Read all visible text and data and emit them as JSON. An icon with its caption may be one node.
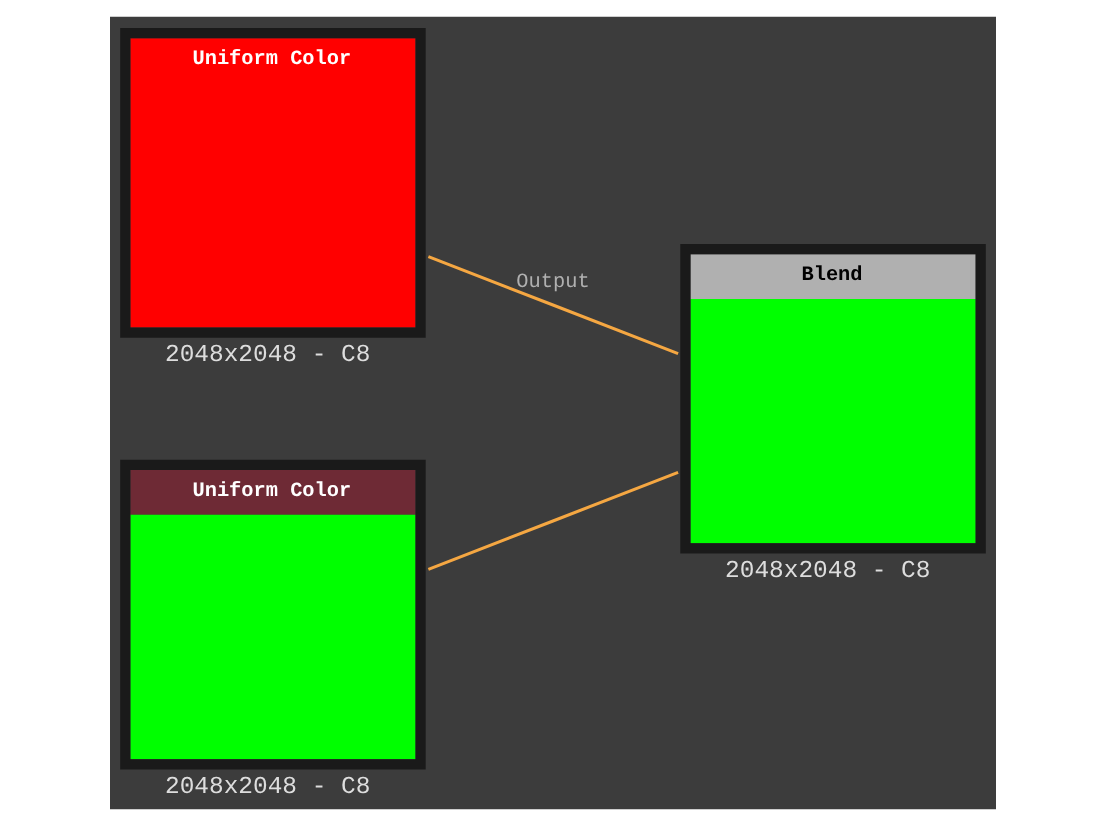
{
  "diagram": {
    "nodes": [
      {
        "text": [
          "Uniform Color"
        ],
        "beside": [
          "2048x2048 - C8"
        ]
      },
      {
        "text": [
          "Uniform Color"
        ],
        "beside": [
          "2048x2048 - C8"
        ]
      },
      {
        "text": [
          "Blend"
        ],
        "beside": [
          "2048x2048 - C8"
        ]
      }
    ],
    "edges": [
      {
        "from": 0,
        "to": 2,
        "arrow": "none",
        "label": "Output"
      },
      {
        "from": 1,
        "to": 2,
        "arrow": "none"
      }
    ]
  }
}
